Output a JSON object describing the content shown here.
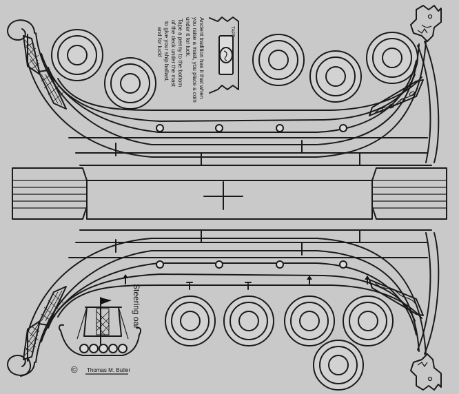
{
  "instructions": {
    "lines": [
      "Ancient tradition has it that when",
      "you raise a mast, you place a coin",
      "under it for luck.",
      "Tape a penny to the bottom",
      "of the deck under the mast",
      "to give your ship ballast,",
      "and for luck!"
    ]
  },
  "coin_label": "TAPE",
  "steering_oar_label": "Steering oar",
  "copyright": {
    "symbol": "©",
    "author": "Thomas M. Butler"
  }
}
